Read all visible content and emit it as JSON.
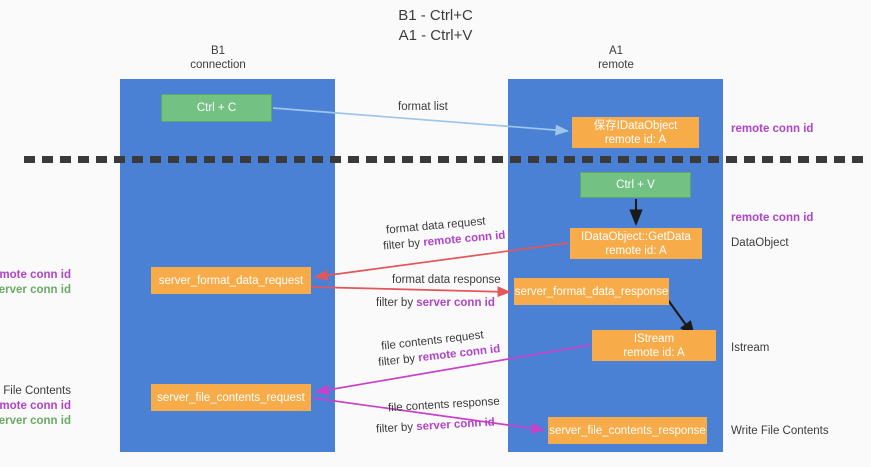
{
  "title": {
    "line1": "B1 - Ctrl+C",
    "line2": "A1 - Ctrl+V"
  },
  "colors": {
    "lane": "#4a81d4",
    "node_orange": "#f7ac49",
    "node_green": "#73c183",
    "accent_purple": "#b044c8",
    "accent_green": "#6aaa64",
    "edge_blue": "#9cc6ec",
    "edge_red": "#e4565a",
    "edge_magenta": "#c842c8",
    "edge_black": "#1a1a1a",
    "background": "#fafafa",
    "text": "#3c3c3c"
  },
  "lanes": [
    {
      "id": "b1",
      "title": "B1",
      "subtitle": "connection"
    },
    {
      "id": "a1",
      "title": "A1",
      "subtitle": "remote"
    }
  ],
  "nodes": {
    "ctrl_c": {
      "label": "Ctrl + C",
      "kind": "green"
    },
    "ctrl_v": {
      "label": "Ctrl + V",
      "kind": "green"
    },
    "save_idataobject": {
      "label": "保存IDataObject",
      "sub": "remote id: A",
      "kind": "orange"
    },
    "getdata": {
      "label": "IDataObject::GetData",
      "sub": "remote id: A",
      "kind": "orange"
    },
    "server_format_data_request": {
      "label": "server_format_data_request",
      "kind": "orange"
    },
    "server_format_data_response": {
      "label": "server_format_data_response",
      "kind": "orange"
    },
    "istream": {
      "label": "IStream",
      "sub": "remote id: A",
      "kind": "orange"
    },
    "server_file_contents_request": {
      "label": "server_file_contents_request",
      "kind": "orange"
    },
    "server_file_contents_response": {
      "label": "server_file_contents_response",
      "kind": "orange"
    }
  },
  "edge_labels": {
    "format_list": "format list",
    "format_data_request": "format data request",
    "format_data_request_filter_prefix": "filter by ",
    "format_data_request_filter_key": "remote conn id",
    "format_data_response": "format data response",
    "format_data_response_filter_prefix": "filter by ",
    "format_data_response_filter_key": "server conn id",
    "file_contents_request": "file contents request",
    "file_contents_request_filter_prefix": "filter by ",
    "file_contents_request_filter_key": "remote conn id",
    "file_contents_response": "file contents response",
    "file_contents_response_filter_prefix": "filter by ",
    "file_contents_response_filter_key": "server conn id"
  },
  "annotations": {
    "right": [
      {
        "id": "r1",
        "purple": "remote conn id"
      },
      {
        "id": "r2",
        "purple": "remote conn id"
      },
      {
        "id": "r3",
        "plain": "DataObject"
      },
      {
        "id": "r4",
        "plain": "Istream"
      },
      {
        "id": "r5",
        "plain": "Write File Contents"
      }
    ],
    "left": [
      {
        "id": "l1",
        "purple": "remote conn id",
        "green": "server conn id"
      },
      {
        "id": "l2",
        "plain": "Read File Contents",
        "purple": "remote conn id",
        "green": "server conn id"
      }
    ]
  },
  "chart_data": {
    "type": "diagram",
    "title": "B1 - Ctrl+C / A1 - Ctrl+V",
    "lanes": [
      "B1 connection",
      "A1 remote"
    ],
    "flows": [
      {
        "from": "Ctrl + C",
        "to": "保存IDataObject remote id: A",
        "label": "format list",
        "color": "#9cc6ec"
      },
      {
        "from": "Ctrl + V",
        "to": "IDataObject::GetData remote id: A",
        "label": "",
        "color": "#1a1a1a"
      },
      {
        "from": "IDataObject::GetData remote id: A",
        "to": "server_format_data_request",
        "label": "format data request / filter by remote conn id",
        "color": "#e4565a"
      },
      {
        "from": "server_format_data_request",
        "to": "server_format_data_response",
        "label": "format data response / filter by server conn id",
        "color": "#e4565a"
      },
      {
        "from": "server_format_data_response",
        "to": "IStream remote id: A",
        "label": "",
        "color": "#1a1a1a"
      },
      {
        "from": "IStream remote id: A",
        "to": "server_file_contents_request",
        "label": "file contents request / filter by remote conn id",
        "color": "#c842c8"
      },
      {
        "from": "server_file_contents_request",
        "to": "server_file_contents_response",
        "label": "file contents response / filter by server conn id",
        "color": "#c842c8"
      }
    ]
  }
}
